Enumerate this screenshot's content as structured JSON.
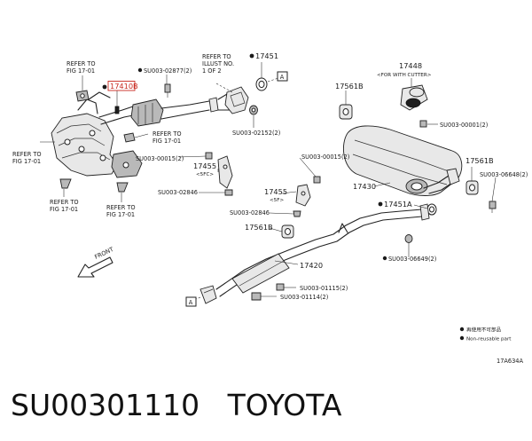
{
  "title": {
    "part_number": "SU00301110",
    "brand": "TOYOTA"
  },
  "diagram": {
    "refer_top": [
      "REFER TO",
      "FIG 17-01"
    ],
    "refer_left": [
      "REFER TO",
      "FIG 17-01"
    ],
    "refer_mid": [
      "REFER TO",
      "FIG 17-01"
    ],
    "refer_bottom_left": [
      "REFER TO",
      "FIG 17-01"
    ],
    "refer_bottom_mid": [
      "REFER TO",
      "FIG 17-01"
    ],
    "refer_illust": [
      "REFER TO",
      "ILLUST NO.",
      "1 OF 2"
    ],
    "highlighted_part": "17410B",
    "parts": {
      "p17451_top": "17451",
      "p17448": "17448",
      "p17448_note": "<FOR WITH CUTTER>",
      "p17561b_top": "17561B",
      "p17561b_right": "17561B",
      "p17561b_mid": "17561B",
      "p17455_a": "17455",
      "p17455_a_note": "<5FC>",
      "p17455_b": "17455",
      "p17455_b_note": "<5F>",
      "p17430": "17430",
      "p17451a": "17451A",
      "p17420": "17420"
    },
    "fasteners": {
      "su_02877": "SU003-02877(2)",
      "su_02152": "SU003-02152(2)",
      "su_00001": "SU003-00001(2)",
      "su_00015_left": "SU003-00015(2)",
      "su_00015_right": "SU003-00015(2)",
      "su_06648": "SU003-06648(2)",
      "su_02846_left": "SU003-02846",
      "su_02846_right": "SU003-02846",
      "su_06649": "SU003-06649(2)",
      "su_01115": "SU003-01115(2)",
      "su_01114": "SU003-01114(2)"
    },
    "box_a": "A",
    "front": "FRONT",
    "legend": {
      "line_jp": "再使用不可部品",
      "line_en": "Non-reusable part"
    },
    "figure_code": "17A634A"
  }
}
